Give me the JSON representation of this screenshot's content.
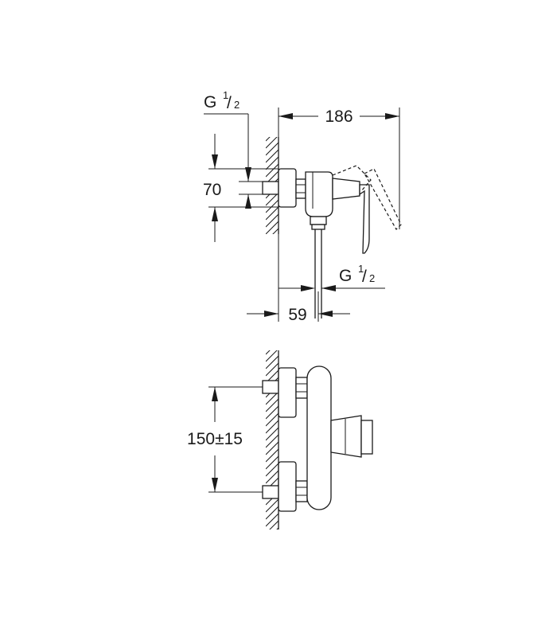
{
  "dimensions": {
    "inlet_thread_top": {
      "main": "G",
      "num": "1",
      "den": "2"
    },
    "overall_depth": "186",
    "inlet_height": "70",
    "outlet_thread": {
      "main": "G",
      "num": "1",
      "den": "2"
    },
    "outlet_offset": "59",
    "connection_spacing": "150±15"
  }
}
